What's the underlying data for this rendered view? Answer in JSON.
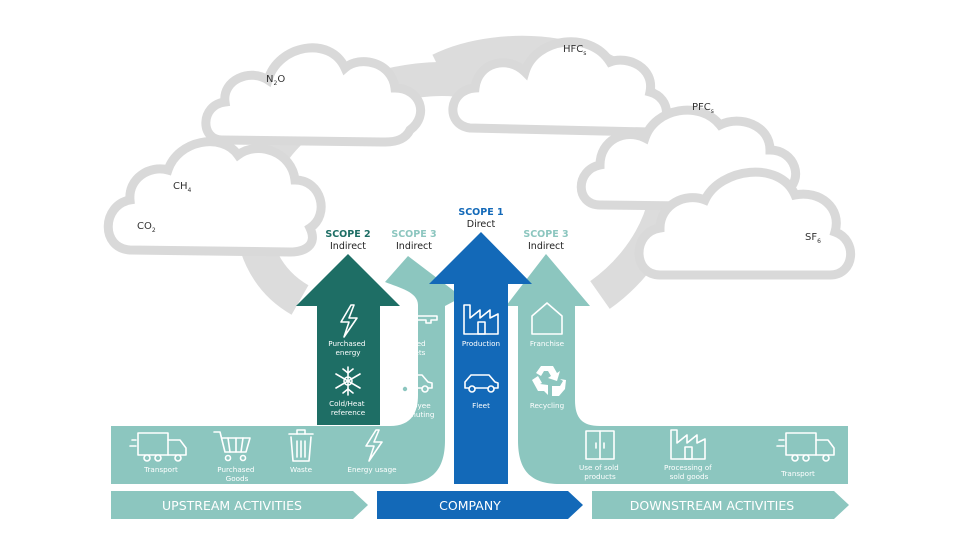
{
  "colors": {
    "teal_light": "#8cc6bf",
    "teal_dark": "#1e6e65",
    "blue": "#1369b8",
    "cloud_gray": "#d9d9d9"
  },
  "gases": [
    {
      "base": "CO",
      "sub": "2"
    },
    {
      "base": "CH",
      "sub": "4"
    },
    {
      "base": "N",
      "sub": "2",
      "tail": "O"
    },
    {
      "base": "HFC",
      "sub": "s"
    },
    {
      "base": "PFC",
      "sub": "s"
    },
    {
      "base": "SF",
      "sub": "6"
    }
  ],
  "scopes": {
    "scope2": {
      "title": "SCOPE 2",
      "sub": "Indirect",
      "color": "#1e6e65"
    },
    "scope3_left": {
      "title": "SCOPE 3",
      "sub": "Indirect",
      "color": "#8cc6bf"
    },
    "scope1": {
      "title": "SCOPE 1",
      "sub": "Direct",
      "color": "#1369b8"
    },
    "scope3_right": {
      "title": "SCOPE 3",
      "sub": "Indirect",
      "color": "#8cc6bf"
    }
  },
  "scope2_items": {
    "purchased_energy": [
      "Purchased",
      "energy"
    ],
    "cold_heat": [
      "Cold/Heat",
      "reference"
    ]
  },
  "scope3_left_items": {
    "leased_assets": [
      "Leased",
      "assets"
    ],
    "employee_commuting": [
      "Employee",
      "commuting"
    ]
  },
  "scope1_items": {
    "production": "Production",
    "fleet": "Fleet"
  },
  "scope3_right_items": {
    "franchise": "Franchise",
    "recycling": "Recycling"
  },
  "upstream_items": {
    "transport": "Transport",
    "purchased_goods": [
      "Purchased",
      "Goods"
    ],
    "waste": "Waste",
    "energy_usage": "Energy usage"
  },
  "downstream_items": {
    "use_of_sold": [
      "Use of sold",
      "products"
    ],
    "processing": [
      "Processing of",
      "sold goods"
    ],
    "transport": "Transport"
  },
  "bands": {
    "upstream": "UPSTREAM ACTIVITIES",
    "company": "COMPANY",
    "downstream": "DOWNSTREAM ACTIVITIES"
  }
}
